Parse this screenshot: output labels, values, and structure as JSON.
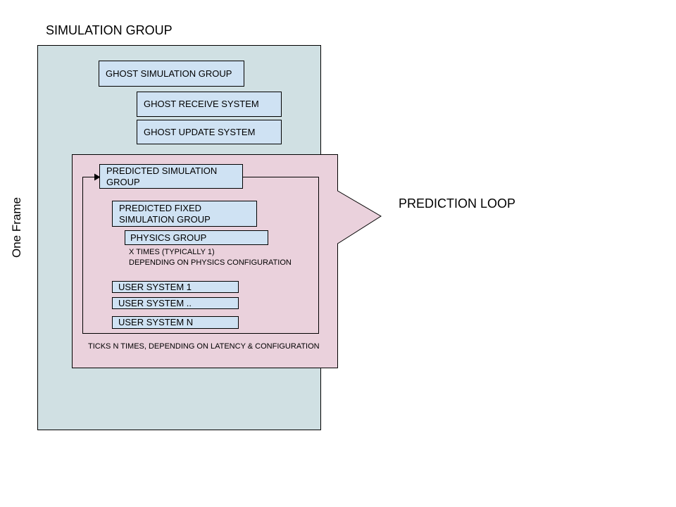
{
  "page": {
    "title": "SIMULATION GROUP",
    "side_label": "One Frame"
  },
  "colors": {
    "frame_fill": "#d0e0e3",
    "system_box_fill": "#cfe2f3",
    "prediction_loop_fill": "#ead1dc",
    "border": "#000000",
    "text": "#000000"
  },
  "ghost": {
    "simulation_group": "GHOST SIMULATION GROUP",
    "receive_system": "GHOST RECEIVE SYSTEM",
    "update_system": "GHOST UPDATE SYSTEM"
  },
  "prediction": {
    "callout_label": "PREDICTION LOOP",
    "group": {
      "line1": "PREDICTED SIMULATION",
      "line2": "GROUP"
    },
    "fixed_group": {
      "line1": "PREDICTED FIXED",
      "line2": "SIMULATION GROUP"
    },
    "physics_group": "PHYSICS GROUP",
    "physics_note": {
      "line1": "X TIMES (TYPICALLY 1)",
      "line2": "DEPENDING ON PHYSICS CONFIGURATION"
    },
    "user_systems": [
      "USER SYSTEM 1",
      "USER SYSTEM ..",
      "USER SYSTEM N"
    ],
    "ticks_note": "TICKS N TIMES, DEPENDING ON LATENCY & CONFIGURATION"
  }
}
